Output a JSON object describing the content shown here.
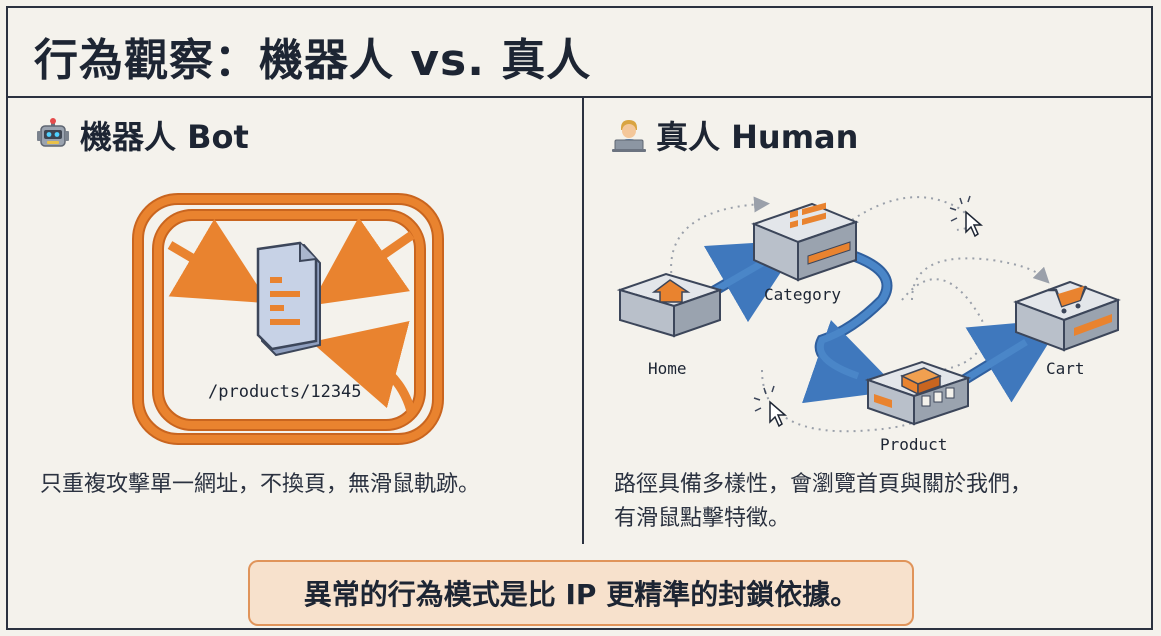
{
  "title": "行為觀察：機器人 vs. 真人",
  "bot_panel": {
    "heading": "機器人 Bot",
    "icon": "robot-icon",
    "url_label": "/products/12345",
    "description": "只重複攻擊單一網址，不換頁，無滑鼠軌跡。"
  },
  "human_panel": {
    "heading": "真人 Human",
    "icon": "person-laptop-icon",
    "nodes": {
      "home": "Home",
      "category": "Category",
      "product": "Product",
      "cart": "Cart"
    },
    "description_line1": "路徑具備多樣性，會瀏覽首頁與關於我們，",
    "description_line2": "有滑鼠點擊特徵。"
  },
  "callout": "異常的行為模式是比 IP 更精準的封鎖依據。",
  "colors": {
    "orange": "#e9832f",
    "blue": "#4a86c8",
    "node_gray": "#c9cfd8",
    "doc_blue": "#c7d2e6"
  }
}
